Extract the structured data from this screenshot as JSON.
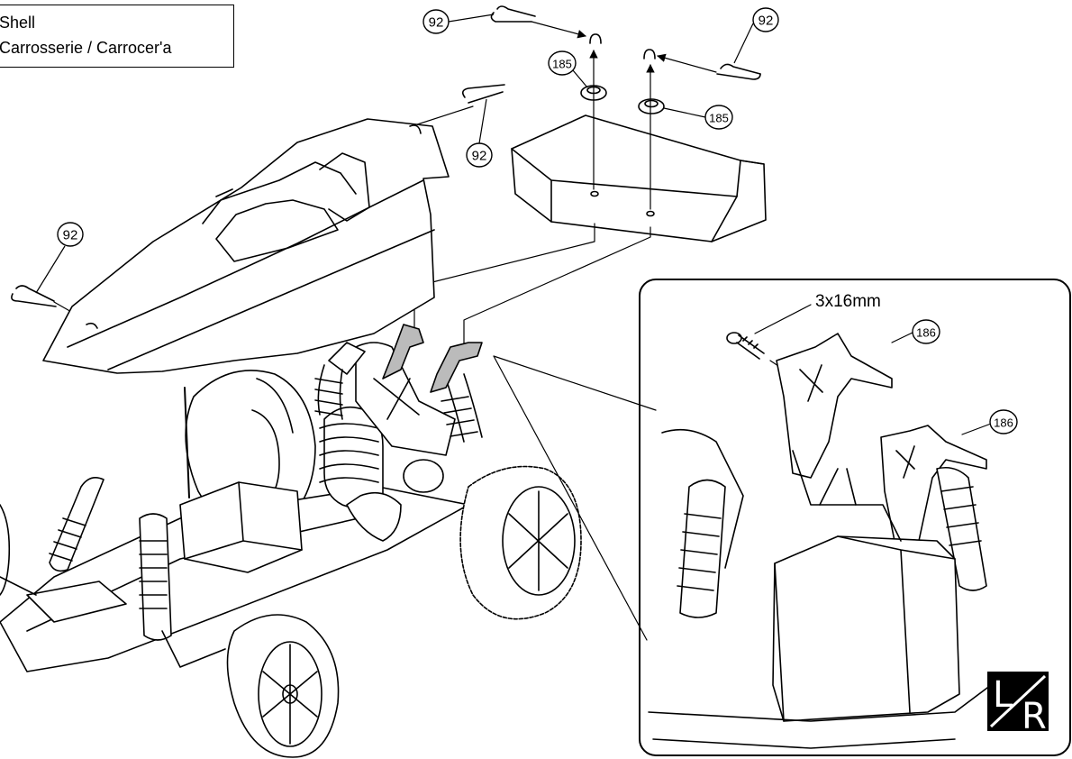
{
  "title": {
    "line1": "Shell",
    "line2": "Carrosserie / Carrocer'a"
  },
  "callouts": {
    "clip_top_left": "92",
    "clip_top_right": "92",
    "clip_body_rear": "92",
    "clip_body_front": "92",
    "grommet_left": "185",
    "grommet_right": "185",
    "mount_front": "186",
    "mount_rear": "186"
  },
  "inset": {
    "screw_label": "3x16mm",
    "badge_left": "L",
    "badge_right": "R"
  }
}
